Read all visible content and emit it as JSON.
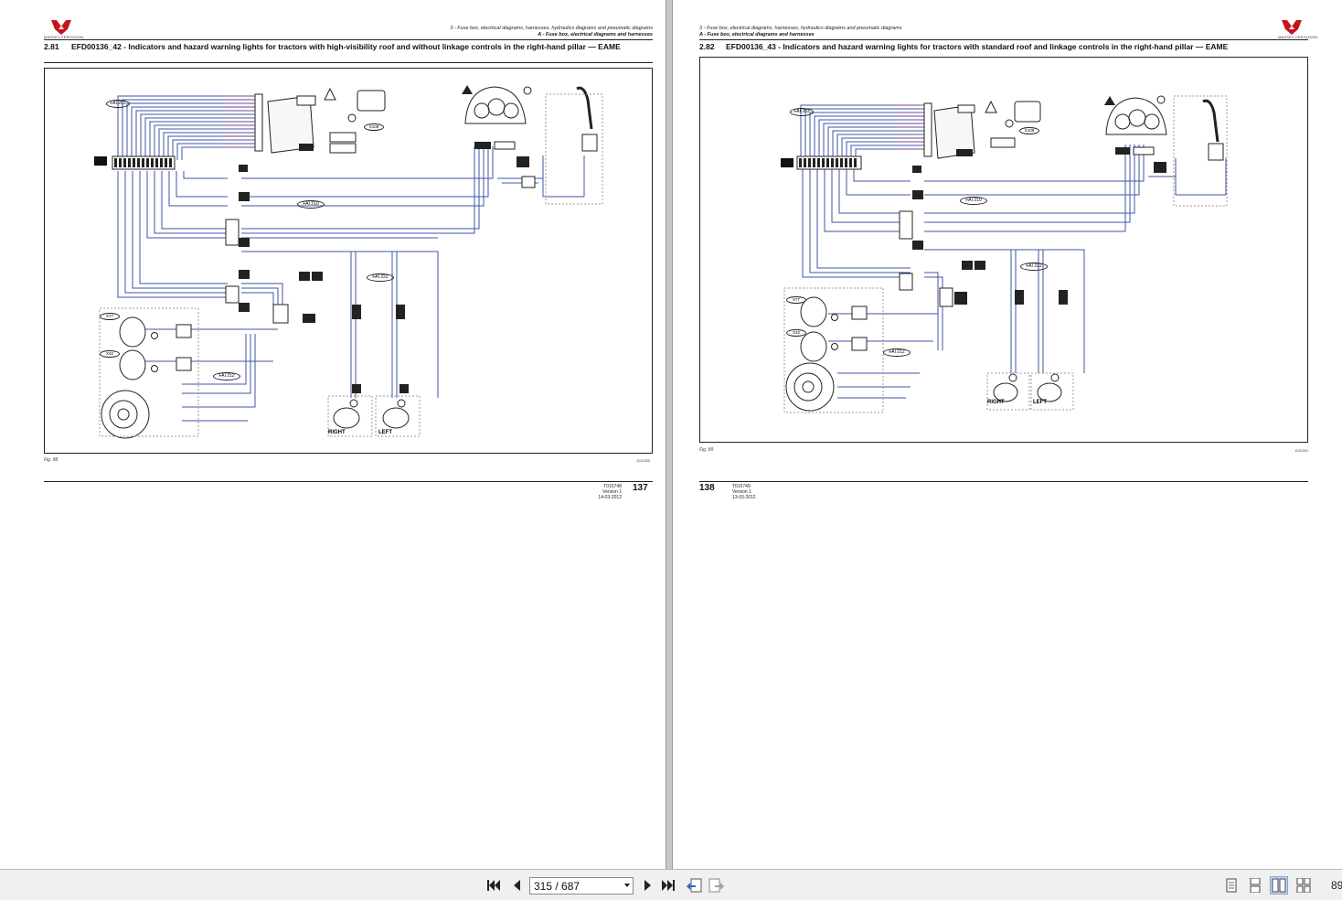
{
  "viewer": {
    "accent": "#2b4aa0",
    "wire_color": "#3d56a8",
    "wire_accent": "#c0306c",
    "pages": [
      {
        "brand": "MASSEY FERGUSON",
        "header_sub": "3 - Fuse box, electrical diagrams, harnesses, hydraulics diagrams and pneumatic diagrams",
        "header_main": "A - Fuse box, electrical diagrams and harnesses",
        "section_number": "2.81",
        "section_title": "EFD00136_42 - Indicators and hazard warning lights for tractors with high-visibility roof and without linkage controls in the right-hand pillar — EAME",
        "figure_label": "Fig. 88",
        "figure_code": "1130300",
        "diagram_labels": {
          "fai_a": "FAI 203",
          "fai_b": "FAI 210",
          "fai_c": "FAI 222",
          "fai_d": "FAI 212",
          "x_a": "X77",
          "x_b": "X32",
          "x_c": "X108",
          "right": "RIGHT",
          "left": "LEFT"
        },
        "doc_id": "T015748",
        "version": "Version 1",
        "date": "14-03-2012",
        "page_number": "137"
      },
      {
        "brand": "MASSEY FERGUSON",
        "header_sub": "3 - Fuse box, electrical diagrams, harnesses, hydraulics diagrams and pneumatic diagrams",
        "header_main": "A - Fuse box, electrical diagrams and harnesses",
        "section_number": "2.82",
        "section_title": "EFD00136_43 - Indicators and hazard warning lights for tractors with standard roof and linkage controls in the right-hand pillar — EAME",
        "figure_label": "Fig. 89",
        "figure_code": "1130301",
        "diagram_labels": {
          "fai_a": "FAI 203",
          "fai_b": "FAI 210",
          "fai_c": "FAI 222",
          "fai_d": "FAI 212",
          "x_a": "X77",
          "x_b": "X32",
          "x_c": "X108",
          "right": "RIGHT",
          "left": "LEFT"
        },
        "doc_id": "T015749",
        "version": "Version 1",
        "date": "13-03-2012",
        "page_number": "138"
      }
    ]
  },
  "toolbar": {
    "page_indicator": "315 / 687",
    "zoom": "89",
    "icons": {
      "first": "first-page-icon",
      "prev": "previous-page-icon",
      "next": "next-page-icon",
      "last": "last-page-icon",
      "back": "previous-view-icon",
      "forward": "next-view-icon",
      "single": "single-page-view-icon",
      "continuous": "continuous-view-icon",
      "facing": "facing-pages-view-icon",
      "continuous_facing": "continuous-facing-view-icon"
    }
  }
}
